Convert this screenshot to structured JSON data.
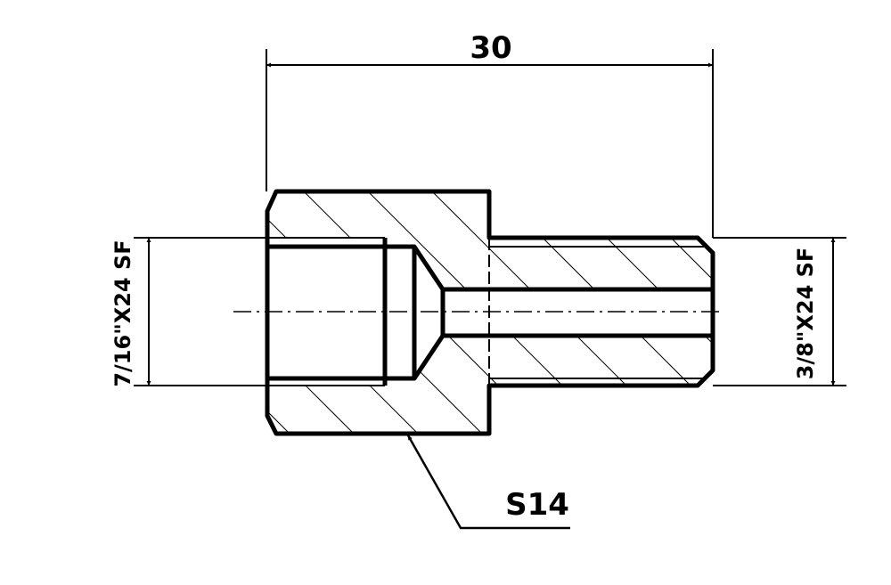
{
  "dimensions": {
    "overall_length": "30",
    "left_thread": "7/16\"X24 SF",
    "right_thread": "3/8\"X24 SF",
    "wrench_size": "S14"
  },
  "colors": {
    "line": "#000000",
    "background": "#ffffff"
  }
}
